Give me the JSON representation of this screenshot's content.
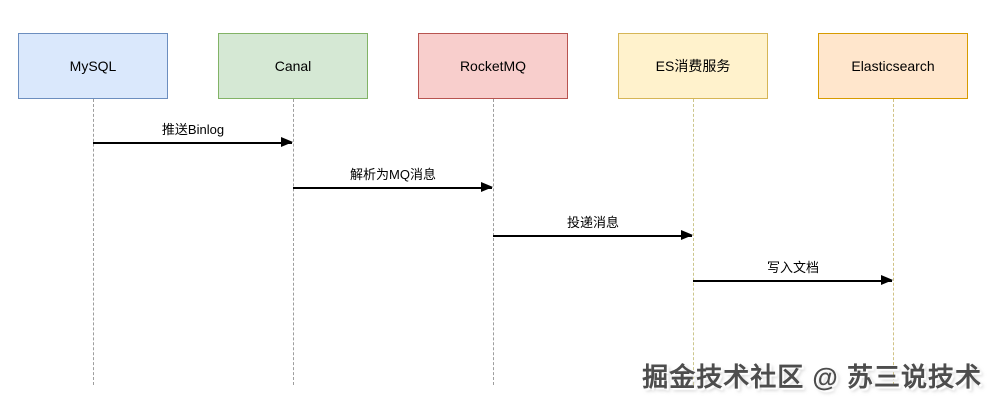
{
  "diagram": {
    "type": "sequence",
    "participants": [
      {
        "id": "mysql",
        "label": "MySQL",
        "fill": "#dae8fc",
        "border": "#6c8ebf",
        "lifeline": "#9e9e9e"
      },
      {
        "id": "canal",
        "label": "Canal",
        "fill": "#d5e8d4",
        "border": "#82b366",
        "lifeline": "#9e9e9e"
      },
      {
        "id": "rocketmq",
        "label": "RocketMQ",
        "fill": "#f8cecc",
        "border": "#b85450",
        "lifeline": "#9e9e9e"
      },
      {
        "id": "es-consumer",
        "label": "ES消费服务",
        "fill": "#fff2cc",
        "border": "#d6b656",
        "lifeline": "#ccc68c"
      },
      {
        "id": "elasticsearch",
        "label": "Elasticsearch",
        "fill": "#ffe6cc",
        "border": "#d79b00",
        "lifeline": "#d0c285"
      }
    ],
    "messages": [
      {
        "from": "mysql",
        "to": "canal",
        "label": "推送Binlog"
      },
      {
        "from": "canal",
        "to": "rocketmq",
        "label": "解析为MQ消息"
      },
      {
        "from": "rocketmq",
        "to": "es-consumer",
        "label": "投递消息"
      },
      {
        "from": "es-consumer",
        "to": "elasticsearch",
        "label": "写入文档"
      }
    ],
    "arrow_color": "#000000"
  },
  "watermark": {
    "text": "掘金技术社区 @ 苏三说技术",
    "color": "#4d4d4d"
  }
}
